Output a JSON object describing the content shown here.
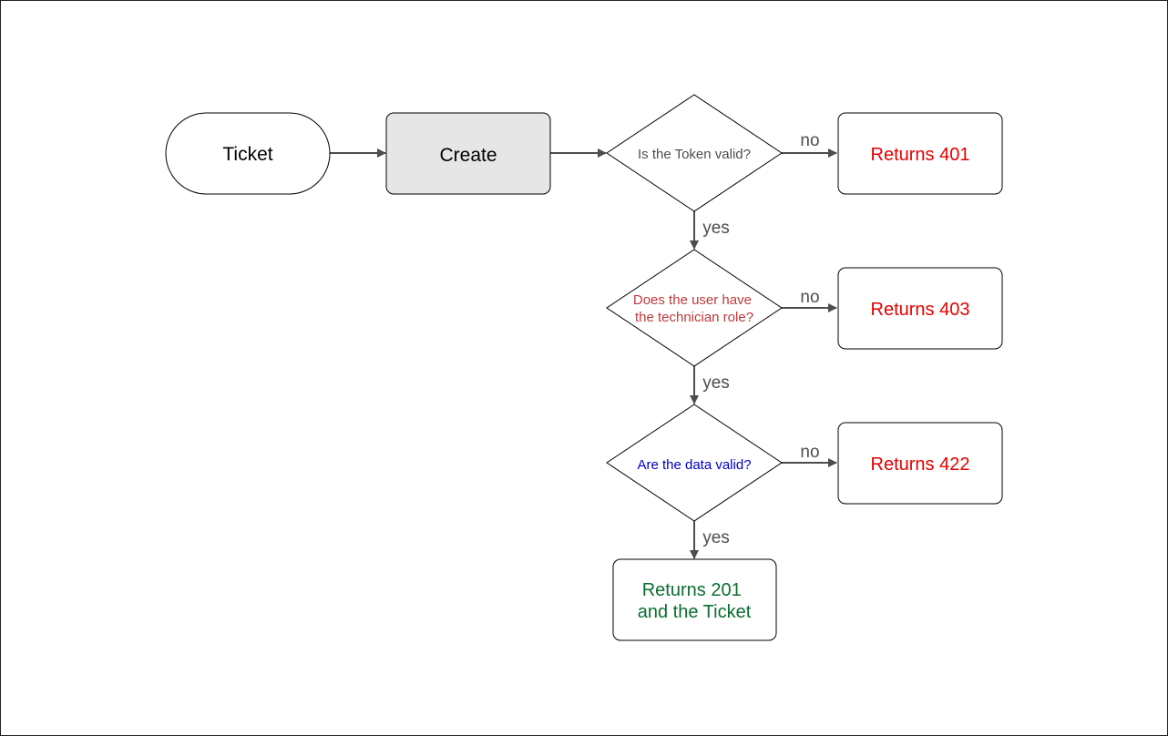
{
  "colors": {
    "line": "#4d4d4d",
    "stroke": "#000000",
    "create_fill": "#e6e6e6",
    "error_text": "#e60000",
    "success_text": "#0a6e2e",
    "role_question_text": "#c0393b",
    "data_question_text": "#0000cc",
    "token_question_text": "#4d4d4d",
    "edge_label_text": "#4d4d4d"
  },
  "nodes": {
    "ticket": "Ticket",
    "create": "Create",
    "token_question": "Is the Token valid?",
    "role_question_line1": "Does the user have",
    "role_question_line2": "the technician role?",
    "data_question": "Are the data valid?",
    "returns_401": "Returns 401",
    "returns_403": "Returns 403",
    "returns_422": "Returns 422",
    "returns_201_line1": "Returns 201",
    "returns_201_line2": "and the Ticket"
  },
  "edges": {
    "no_label": "no",
    "yes_label": "yes"
  }
}
